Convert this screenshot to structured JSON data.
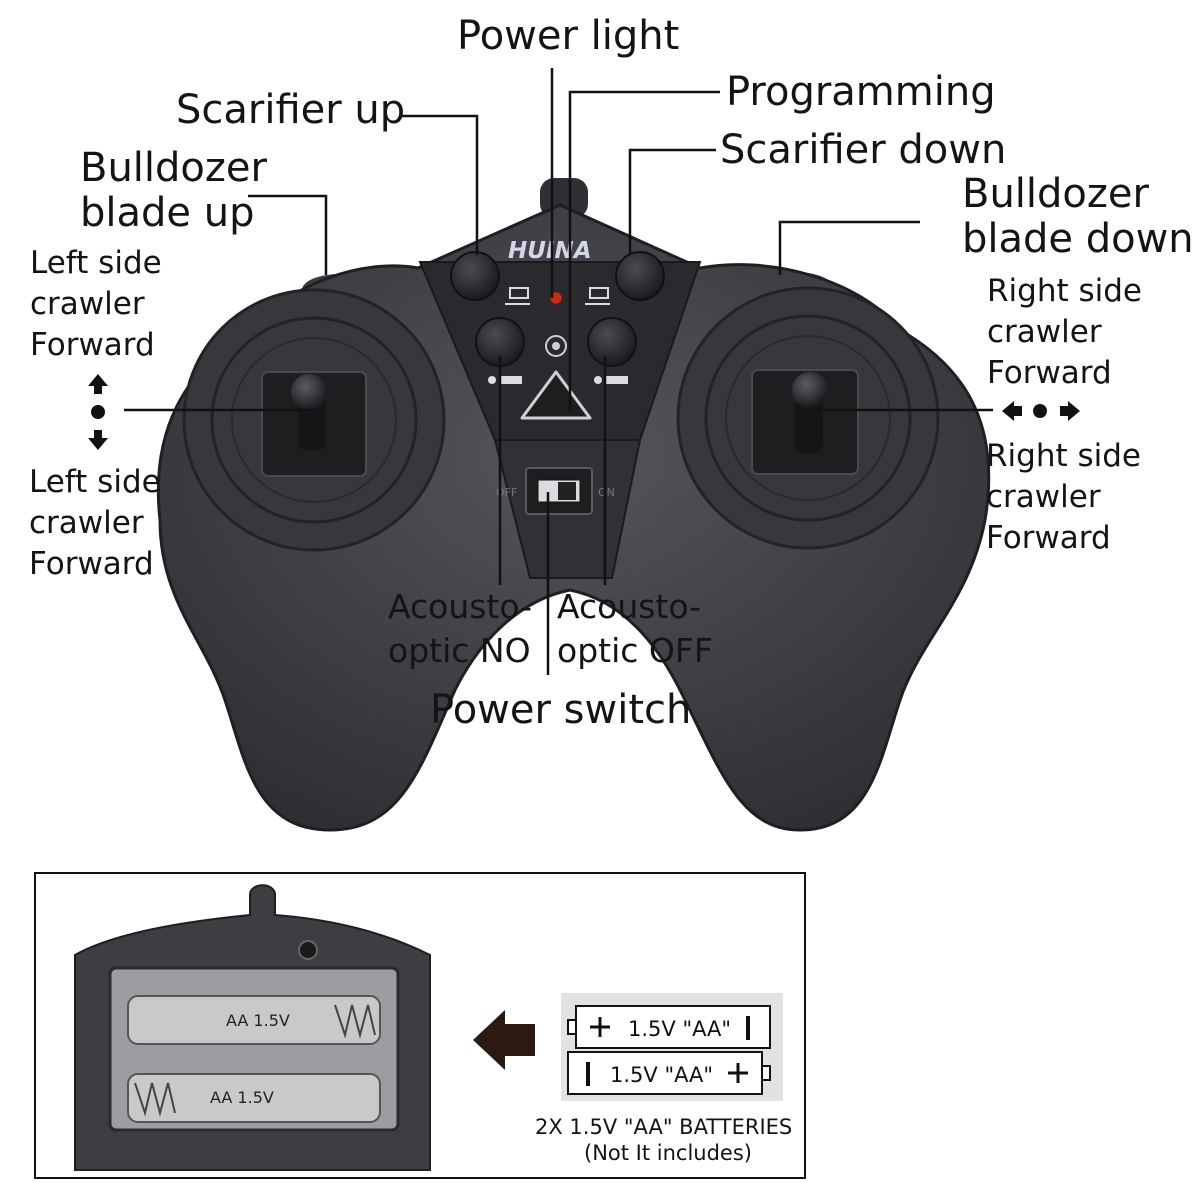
{
  "brand": "HUINA",
  "labels": {
    "power_light": "Power light",
    "programming": "Programming",
    "scarifier_up": "Scarifier up",
    "scarifier_down": "Scarifier down",
    "bulldozer_blade_up": "Bulldozer\nblade up",
    "bulldozer_blade_down": "Bulldozer\nblade down",
    "left_crawler_top": "Left side\ncrawler\nForward",
    "left_crawler_bottom": "Left side\ncrawler\nForward",
    "right_crawler_top": "Right side\ncrawler\nForward",
    "right_crawler_bottom": "Right side\ncrawler\nForward",
    "acousto_optic_on": "Acousto-\noptic NO",
    "acousto_optic_off": "Acousto-\noptic OFF",
    "power_switch": "Power switch"
  },
  "switch": {
    "off": "OFF",
    "on": "ON"
  },
  "battery_panel": {
    "compartment_cell_1": "AA  1.5V",
    "compartment_cell_2": "AA  1.5V",
    "cell_1": "1.5V \"AA\"",
    "cell_2": "1.5V \"AA\"",
    "caption_line_1": "2X 1.5V \"AA\" BATTERIES",
    "caption_line_2": "(Not It includes)"
  },
  "colors": {
    "controller_body": "#3d3d42",
    "power_led": "#c0301c"
  }
}
